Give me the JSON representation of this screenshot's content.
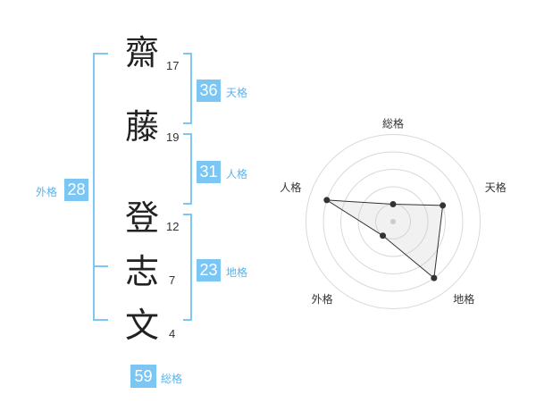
{
  "name": {
    "chars": [
      {
        "char": "齋",
        "strokes": "17"
      },
      {
        "char": "藤",
        "strokes": "19"
      },
      {
        "char": "登",
        "strokes": "12"
      },
      {
        "char": "志",
        "strokes": "7"
      },
      {
        "char": "文",
        "strokes": "4"
      }
    ]
  },
  "fortune": {
    "tenkaku": {
      "value": "36",
      "label": "天格"
    },
    "jinkaku": {
      "value": "31",
      "label": "人格"
    },
    "chikaku": {
      "value": "23",
      "label": "地格"
    },
    "gaikaku": {
      "value": "28",
      "label": "外格"
    },
    "soukaku": {
      "value": "59",
      "label": "総格"
    }
  },
  "colors": {
    "accent": "#7cc6f3",
    "label": "#5ab3ec",
    "bracket": "#7cc6f3"
  },
  "chart_data": {
    "type": "radar",
    "axes": [
      "総格",
      "天格",
      "地格",
      "外格",
      "人格"
    ],
    "rings": 4,
    "values": [
      1,
      3,
      4,
      1,
      4
    ],
    "max": 4
  }
}
